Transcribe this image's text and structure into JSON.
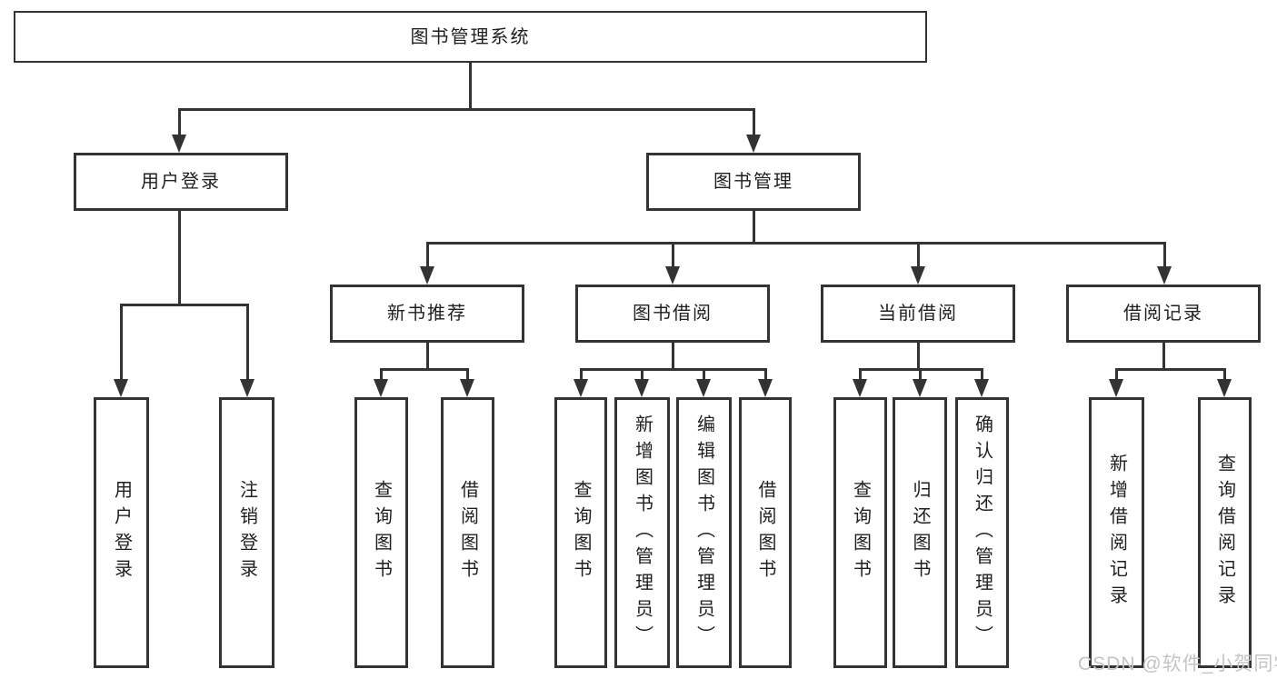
{
  "nodes": {
    "root": "图书管理系统",
    "l2": [
      "用户登录",
      "图书管理"
    ],
    "l3": [
      "新书推荐",
      "图书借阅",
      "当前借阅",
      "借阅记录"
    ],
    "user_login_children": [
      "用户登录",
      "注销登录"
    ],
    "new_book_children": [
      "查询图书",
      "借阅图书"
    ],
    "book_borrow_children": [
      "查询图书",
      "新增图书（管理员）",
      "编辑图书（管理员）",
      "借阅图书"
    ],
    "current_borrow_children": [
      "查询图书",
      "归还图书",
      "确认归还（管理员）"
    ],
    "borrow_record_children": [
      "新增借阅记录",
      "查询借阅记录"
    ]
  },
  "watermark": {
    "text": "CSDN @软件_小贺同学",
    "color": "#c4c4c4"
  },
  "colors": {
    "line": "#333333",
    "text": "#1f1f1f",
    "box_background": "#ffffff",
    "page_background": "#ffffff"
  }
}
